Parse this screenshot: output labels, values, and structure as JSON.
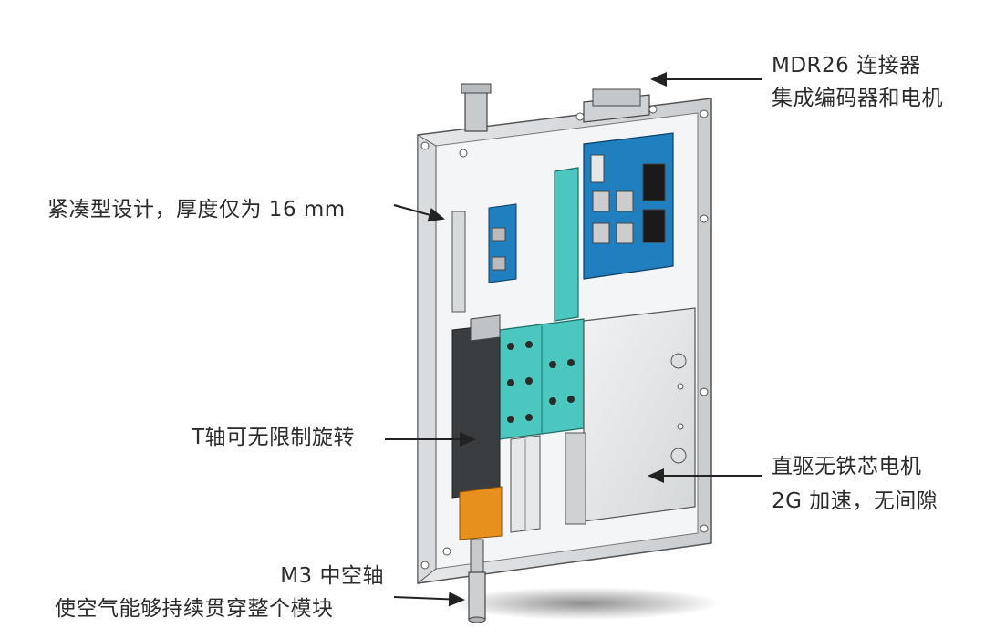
{
  "annotations": {
    "connector": {
      "line1": "MDR26 连接器",
      "line2": "集成编码器和电机"
    },
    "thickness": {
      "line1": "紧凑型设计，厚度仅为 16 mm"
    },
    "t_axis": {
      "line1": "T轴可无限制旋转"
    },
    "motor": {
      "line1": "直驱无铁芯电机",
      "line2": "2G 加速，无间隙"
    },
    "shaft": {
      "line1": "M3 中空轴",
      "line2": "使空气能够持续贯穿整个模块"
    }
  },
  "colors": {
    "pcb_blue": "#1f7fbf",
    "teal_plate": "#4cc7c0",
    "orange_part": "#e8901e",
    "frame_grey": "#cfd3d6",
    "arrow": "#222222"
  }
}
